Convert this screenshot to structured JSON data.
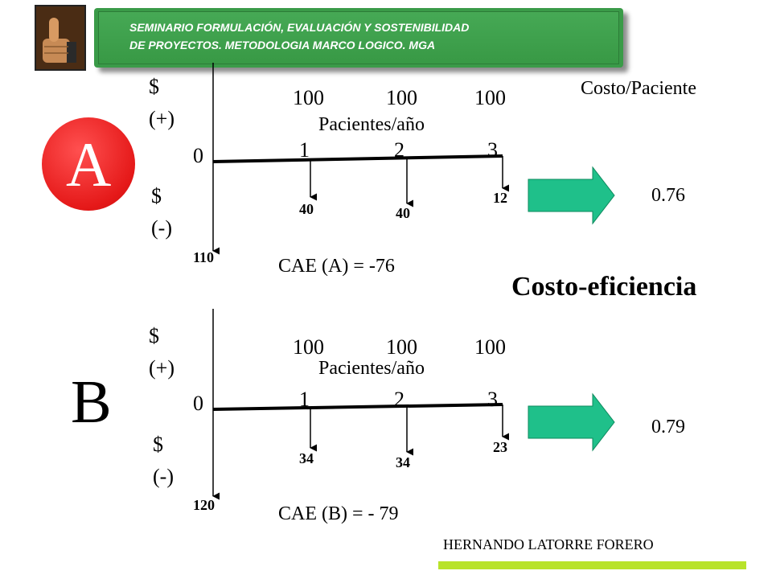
{
  "header": {
    "title_line1": "SEMINARIO FORMULACIÓN, EVALUACIÓN Y SOSTENIBILIDAD",
    "title_line2": "DE PROYECTOS. METODOLOGIA MARCO LOGICO. MGA",
    "logo_icon": "thumbs-up-icon",
    "banner_color": "#3a9b48"
  },
  "column_header": "Costo/Paciente",
  "title": "Costo-eficiencia",
  "project_a": {
    "label": "A",
    "badge_color": "#e51919",
    "positive_sign": "$",
    "positive_label": "(+)",
    "negative_sign": "$",
    "negative_label": "(-)",
    "patients": [
      "100",
      "100",
      "100"
    ],
    "patients_label": "Pacientes/año",
    "periods": [
      "0",
      "1",
      "2",
      "3"
    ],
    "costs": [
      "110",
      "40",
      "40",
      "12"
    ],
    "cae": "CAE (A) =  -76",
    "cost_per_patient": "0.76"
  },
  "project_b": {
    "label": "B",
    "positive_sign": "$",
    "positive_label": "(+)",
    "negative_sign": "$",
    "negative_label": "(-)",
    "patients": [
      "100",
      "100",
      "100"
    ],
    "patients_label": "Pacientes/año",
    "periods": [
      "0",
      "1",
      "2",
      "3"
    ],
    "costs": [
      "120",
      "34",
      "34",
      "23"
    ],
    "cae": "CAE (B) = - 79",
    "cost_per_patient": "0.79"
  },
  "arrow_color": "#1fc08a",
  "author": "HERNANDO LATORRE FORERO",
  "footer_bar_color": "#b8e32a"
}
